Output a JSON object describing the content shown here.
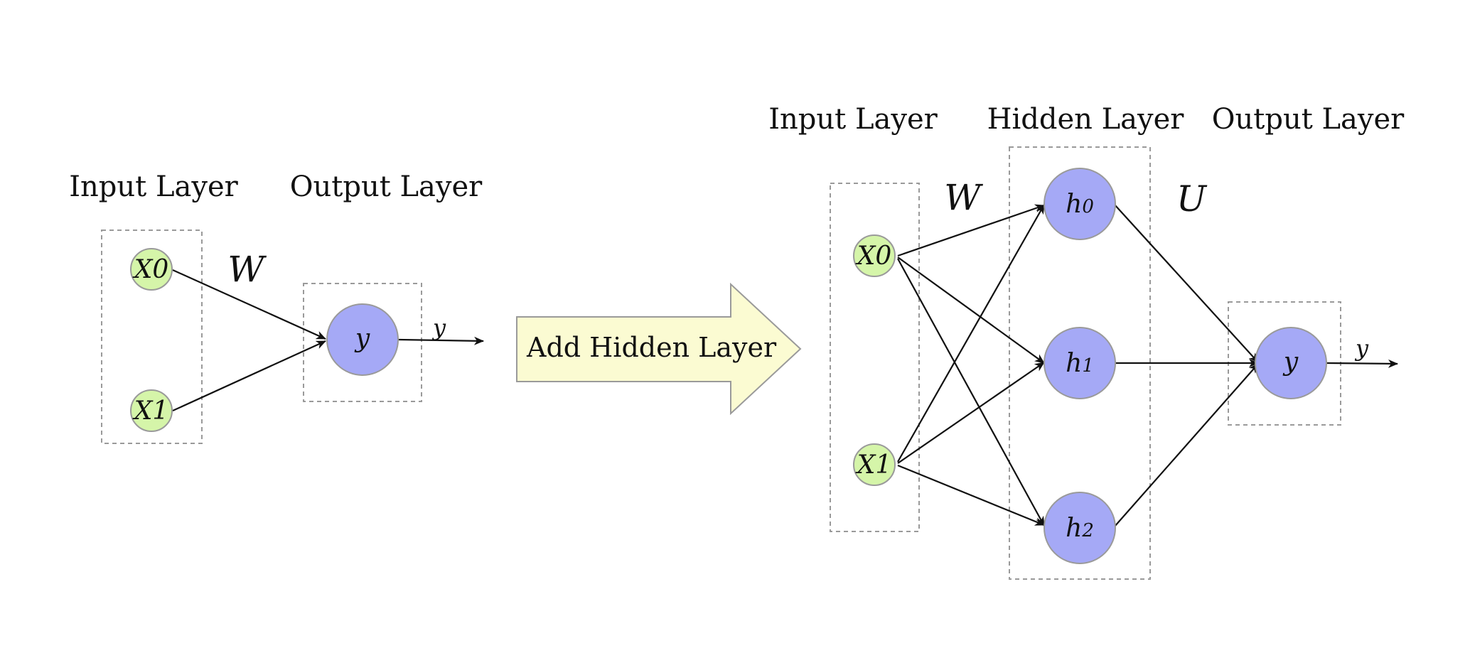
{
  "colors": {
    "input_node_fill": "#d5f5a9",
    "node_stroke": "#9a9a9a",
    "hidden_output_node_fill": "#a5a9f6",
    "arrow_fill": "#fbfbd2",
    "arrow_stroke": "#9a9a9a"
  },
  "left_network": {
    "input_layer_label": "Input Layer",
    "output_layer_label": "Output Layer",
    "input_nodes": [
      "X0",
      "X1"
    ],
    "output_node": "y",
    "weight_label": "W",
    "output_arrow_label": "y"
  },
  "transition_arrow": {
    "label": "Add Hidden Layer"
  },
  "right_network": {
    "input_layer_label": "Input Layer",
    "hidden_layer_label": "Hidden Layer",
    "output_layer_label": "Output Layer",
    "input_nodes": [
      "X0",
      "X1"
    ],
    "hidden_nodes": [
      {
        "base": "h",
        "sub": "0"
      },
      {
        "base": "h",
        "sub": "1"
      },
      {
        "base": "h",
        "sub": "2"
      }
    ],
    "output_node": "y",
    "weight_label_input_hidden": "W",
    "weight_label_hidden_output": "U",
    "output_arrow_label": "y"
  }
}
